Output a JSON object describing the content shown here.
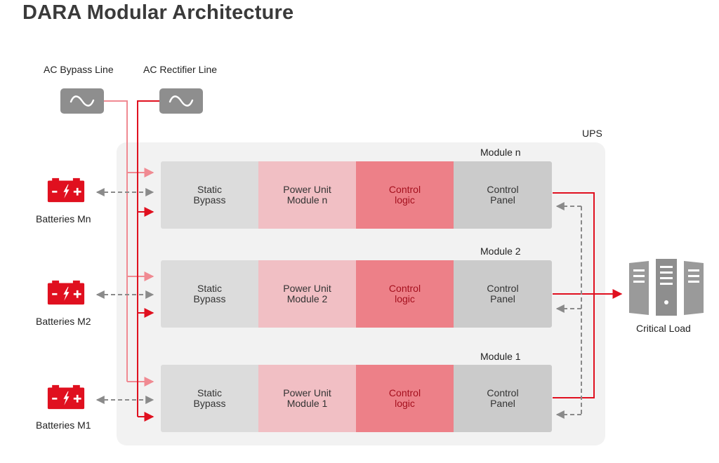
{
  "title": "DARA Modular Architecture",
  "inputs": {
    "bypass_label": "AC Bypass Line",
    "rectifier_label": "AC Rectifier Line",
    "wave_symbol": "~"
  },
  "ups_label": "UPS",
  "modules": [
    {
      "name": "Module n",
      "static_bypass": "Static\nBypass",
      "power_unit": "Power Unit\nModule n",
      "control_logic": "Control\nlogic",
      "control_panel": "Control\nPanel"
    },
    {
      "name": "Module 2",
      "static_bypass": "Static\nBypass",
      "power_unit": "Power Unit\nModule 2",
      "control_logic": "Control\nlogic",
      "control_panel": "Control\nPanel"
    },
    {
      "name": "Module 1",
      "static_bypass": "Static\nBypass",
      "power_unit": "Power Unit\nModule 1",
      "control_logic": "Control\nlogic",
      "control_panel": "Control\nPanel"
    }
  ],
  "batteries": [
    {
      "label": "Batteries Mn"
    },
    {
      "label": "Batteries M2"
    },
    {
      "label": "Batteries M1"
    }
  ],
  "load_label": "Critical Load",
  "colors": {
    "accent_red": "#e0101f",
    "bypass_pink": "#f08a92",
    "box_gray": "#8e8e8e",
    "dashed_gray": "#8a8a8a",
    "server_gray": "#9a9a9a"
  },
  "icons": {
    "ac_source": "sine-wave-icon",
    "battery": "battery-icon",
    "load": "server-rack-icon"
  }
}
